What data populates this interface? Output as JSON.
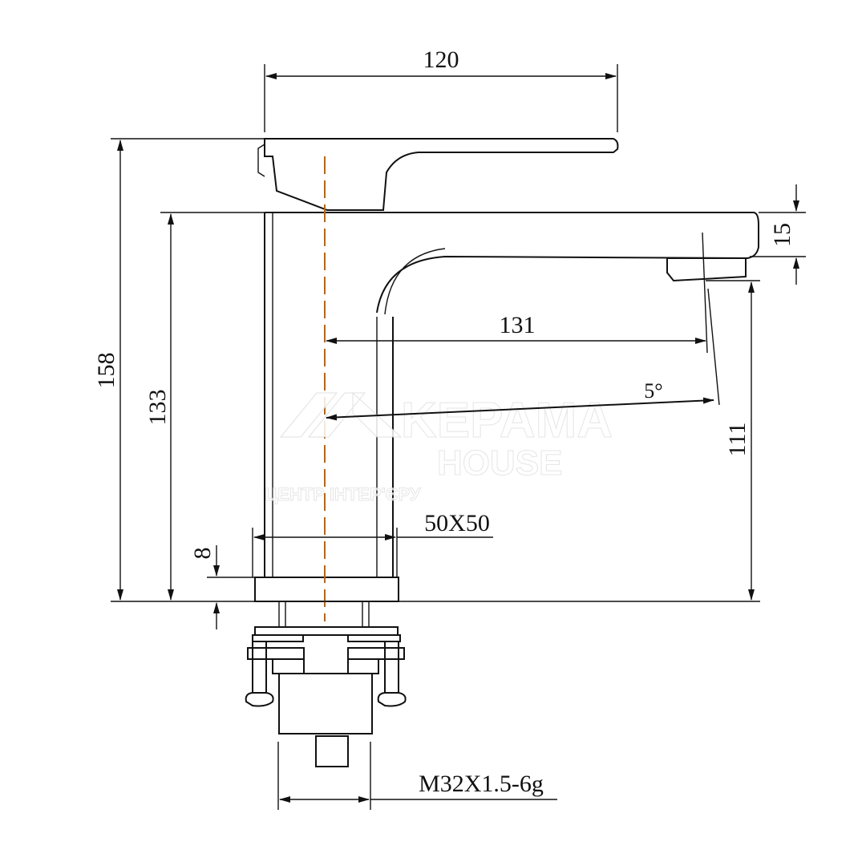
{
  "title": "Basin faucet dimension drawing",
  "dimensions": {
    "handle_length": "120",
    "total_height": "158",
    "spout_height": "133",
    "spout_thickness": "15",
    "spout_reach": "131",
    "spout_angle": "5°",
    "outlet_height": "111",
    "body_section": "50X50",
    "base_thickness": "8",
    "thread": "M32X1.5-6g"
  },
  "watermark": {
    "brand_line1": "KEPAMA",
    "brand_line2": "HOUSE",
    "tagline": "ЦЕНТР ІНТЕР'ЄРУ"
  },
  "colors": {
    "lines": "#111111",
    "centerline": "#b5651d"
  }
}
